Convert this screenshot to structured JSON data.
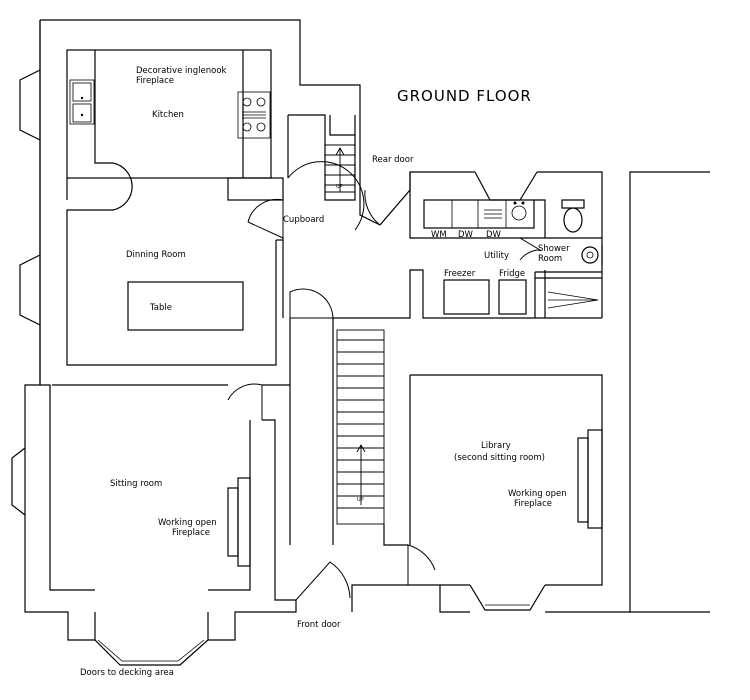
{
  "title": "GROUND FLOOR",
  "rooms": {
    "kitchen": "Kitchen",
    "fireplace_kitchen_1": "Decorative inglenook",
    "fireplace_kitchen_2": "Fireplace",
    "dining": "Dinning Room",
    "table": "Table",
    "cupboard": "Cupboard",
    "rear_door": "Rear door",
    "utility": "Utility",
    "wm": "WM",
    "dw1": "DW",
    "dw2": "DW",
    "shower_1": "Shower",
    "shower_2": "Room",
    "freezer": "Freezer",
    "fridge": "Fridge",
    "library_1": "Library",
    "library_2": "(second sitting room)",
    "library_fire_1": "Working open",
    "library_fire_2": "Fireplace",
    "sitting": "Sitting room",
    "sitting_fire_1": "Working open",
    "sitting_fire_2": "Fireplace",
    "front_door": "Front door",
    "decking": "Doors to decking area",
    "up1": "UP",
    "up2": "UP"
  }
}
